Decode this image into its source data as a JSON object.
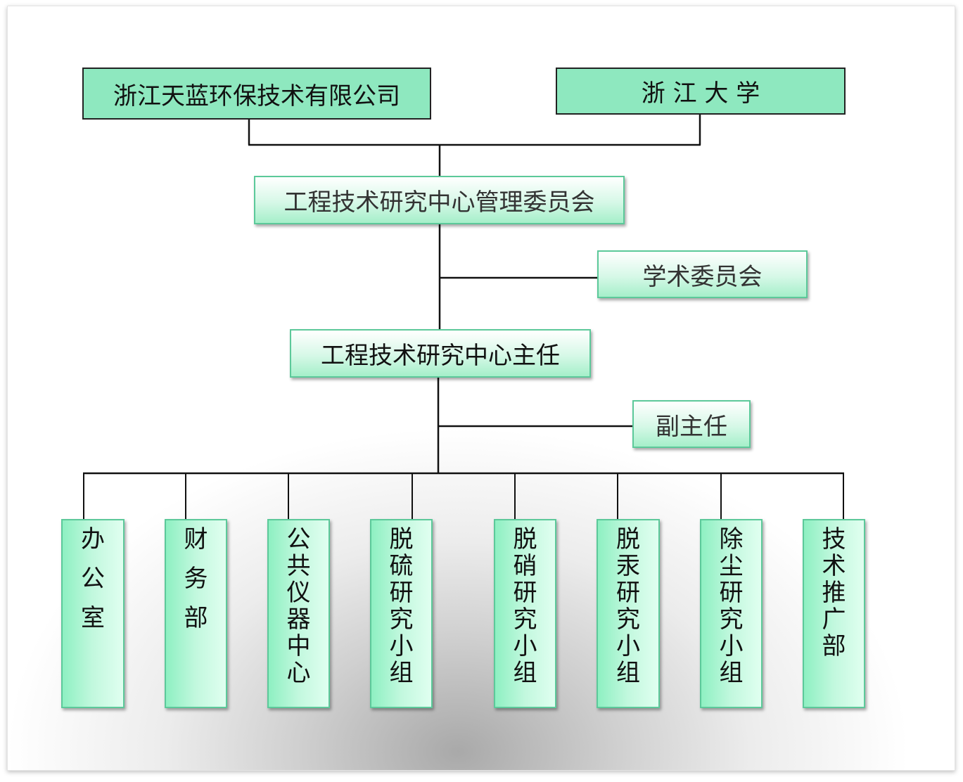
{
  "orgs": {
    "company": "浙江天蓝环保技术有限公司",
    "university": "浙 江 大 学"
  },
  "management_committee": "工程技术研究中心管理委员会",
  "academic_committee": "学术委员会",
  "director": "工程技术研究中心主任",
  "deputy_director": "副主任",
  "departments": [
    {
      "name": "办公室",
      "chars": [
        "办",
        "公",
        "室"
      ]
    },
    {
      "name": "财务部",
      "chars": [
        "财",
        "务",
        "部"
      ]
    },
    {
      "name": "公共仪器中心",
      "chars": [
        "公",
        "共",
        "仪",
        "器",
        "中",
        "心"
      ]
    },
    {
      "name": "脱硫研究小组",
      "chars": [
        "脱",
        "硫",
        "研",
        "究",
        "小",
        "组"
      ]
    },
    {
      "name": "脱硝研究小组",
      "chars": [
        "脱",
        "硝",
        "研",
        "究",
        "小",
        "组"
      ]
    },
    {
      "name": "脱汞研究小组",
      "chars": [
        "脱",
        "汞",
        "研",
        "究",
        "小",
        "组"
      ]
    },
    {
      "name": "除尘研究小组",
      "chars": [
        "除",
        "尘",
        "研",
        "究",
        "小",
        "组"
      ]
    },
    {
      "name": "技术推广部",
      "chars": [
        "技",
        "术",
        "推",
        "广",
        "部"
      ]
    }
  ]
}
